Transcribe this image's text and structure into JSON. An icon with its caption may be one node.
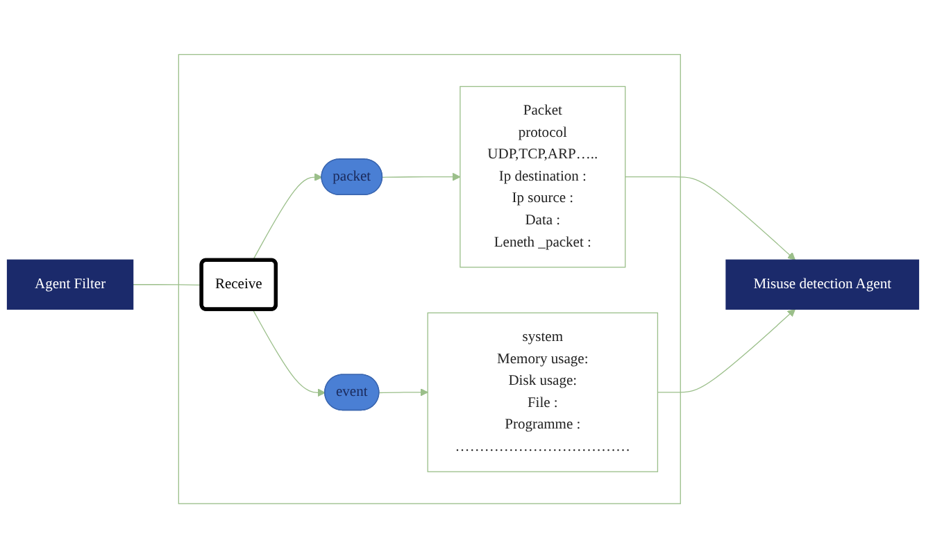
{
  "diagram": {
    "nodes": [
      {
        "text": [
          "Agent Filter"
        ]
      },
      {
        "text": [],
        "shape": "box"
      },
      {
        "text": [
          "Receive"
        ],
        "in": 1
      },
      {
        "text": [
          "packet"
        ],
        "in": 1
      },
      {
        "text": [
          "event"
        ],
        "in": 1
      },
      {
        "text": [
          "Packet",
          "protocol",
          "UDP,TCP,ARP…..",
          "Ip destination :",
          "Ip source :",
          "Data :",
          "Leneth _packet :"
        ],
        "in": 1
      },
      {
        "text": [
          "system",
          "Memory usage:",
          "Disk usage:",
          "File :",
          "Programme  :",
          "………………………………"
        ],
        "in": 1
      },
      {
        "text": [
          "Misuse detection Agent"
        ]
      }
    ],
    "edges": [
      {
        "from": 0,
        "to": 2,
        "arrow": "none"
      },
      {
        "from": 2,
        "to": 3,
        "arrow": "to"
      },
      {
        "from": 2,
        "to": 4,
        "arrow": "to"
      },
      {
        "from": 3,
        "to": 5,
        "arrow": "to"
      },
      {
        "from": 4,
        "to": 6,
        "arrow": "to"
      },
      {
        "from": 5,
        "to": 7,
        "arrow": "to"
      },
      {
        "from": 6,
        "to": 7,
        "arrow": "to"
      }
    ]
  }
}
